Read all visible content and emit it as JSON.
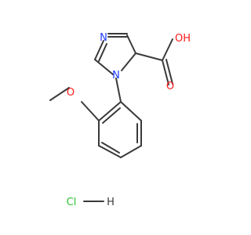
{
  "molecule": {
    "atoms": {
      "imidazole_n_top": "N",
      "imidazole_n_aryl": "N",
      "hydroxyl": "OH",
      "carbonyl_oxygen": "O",
      "methoxy_oxygen": "O"
    },
    "salt": {
      "chlorine": "Cl",
      "hydrogen": "H"
    },
    "colors": {
      "bond": "#3a3a3a",
      "nitrogen": "#1f3cff",
      "oxygen": "#ff1a1a",
      "chlorine": "#2fbf2f",
      "hydrogen": "#3a3a3a"
    }
  }
}
